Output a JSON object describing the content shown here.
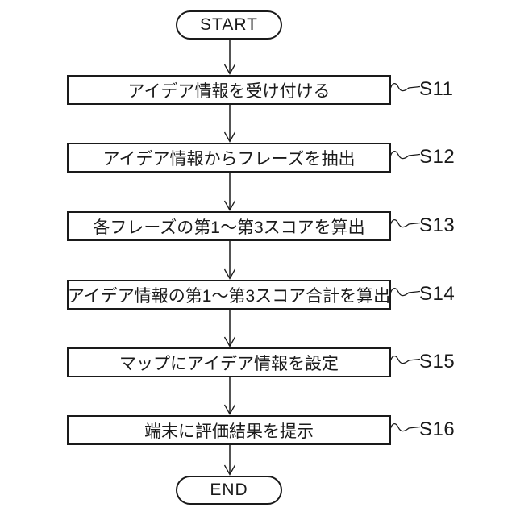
{
  "diagram": {
    "type": "flowchart",
    "line_color": "#1a1a1a",
    "background_color": "#ffffff",
    "start_label": "START",
    "end_label": "END",
    "steps": [
      {
        "text": "アイデア情報を受け付ける",
        "label": "S11"
      },
      {
        "text": "アイデア情報からフレーズを抽出",
        "label": "S12"
      },
      {
        "text": "各フレーズの第1～第3スコアを算出",
        "label": "S13"
      },
      {
        "text": "アイデア情報の第1～第3スコア合計を算出",
        "label": "S14"
      },
      {
        "text": "マップにアイデア情報を設定",
        "label": "S15"
      },
      {
        "text": "端末に評価結果を提示",
        "label": "S16"
      }
    ]
  }
}
